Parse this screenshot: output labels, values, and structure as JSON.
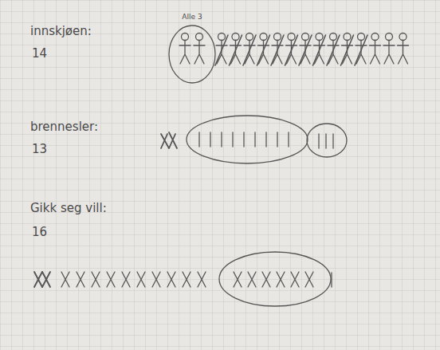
{
  "diagram": {
    "nodes": [
      {
        "text": [
          "Alle 3"
        ]
      }
    ],
    "labels": [
      "innskjøen:",
      "14",
      "brennesler:",
      "13",
      "Gikk seg vill:",
      "16"
    ]
  }
}
